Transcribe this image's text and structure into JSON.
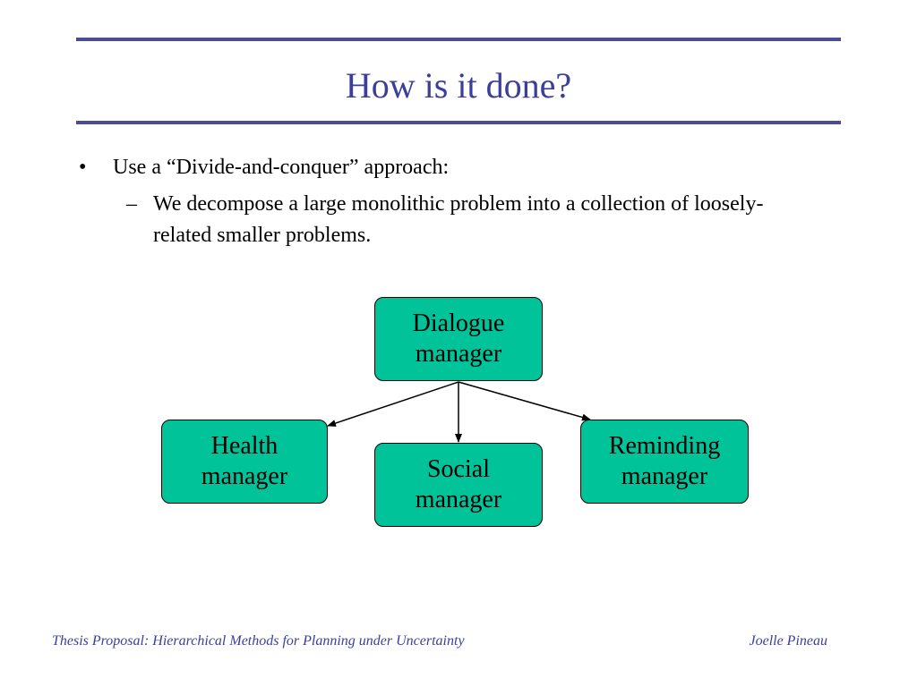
{
  "slide": {
    "title": "How is it done?",
    "bullets": [
      {
        "marker": "•",
        "text": "Use a “Divide-and-conquer” approach:",
        "sub": [
          {
            "marker": "–",
            "text": "We decompose a large monolithic problem into a collection of loosely-related smaller problems."
          }
        ]
      }
    ]
  },
  "diagram": {
    "nodes": {
      "dialogue": [
        "Dialogue",
        "manager"
      ],
      "health": [
        "Health",
        "manager"
      ],
      "social": [
        "Social",
        "manager"
      ],
      "reminding": [
        "Reminding",
        "manager"
      ]
    },
    "edges": [
      {
        "from": "dialogue",
        "to": "health"
      },
      {
        "from": "dialogue",
        "to": "social"
      },
      {
        "from": "dialogue",
        "to": "reminding"
      }
    ],
    "colors": {
      "node_fill": "#00c39a",
      "border": "#000000"
    }
  },
  "footer": {
    "left": "Thesis Proposal: Hierarchical Methods for Planning under Uncertainty",
    "right": "Joelle Pineau"
  },
  "colors": {
    "accent": "#3b3f9a",
    "rule": "#4a4d94"
  }
}
